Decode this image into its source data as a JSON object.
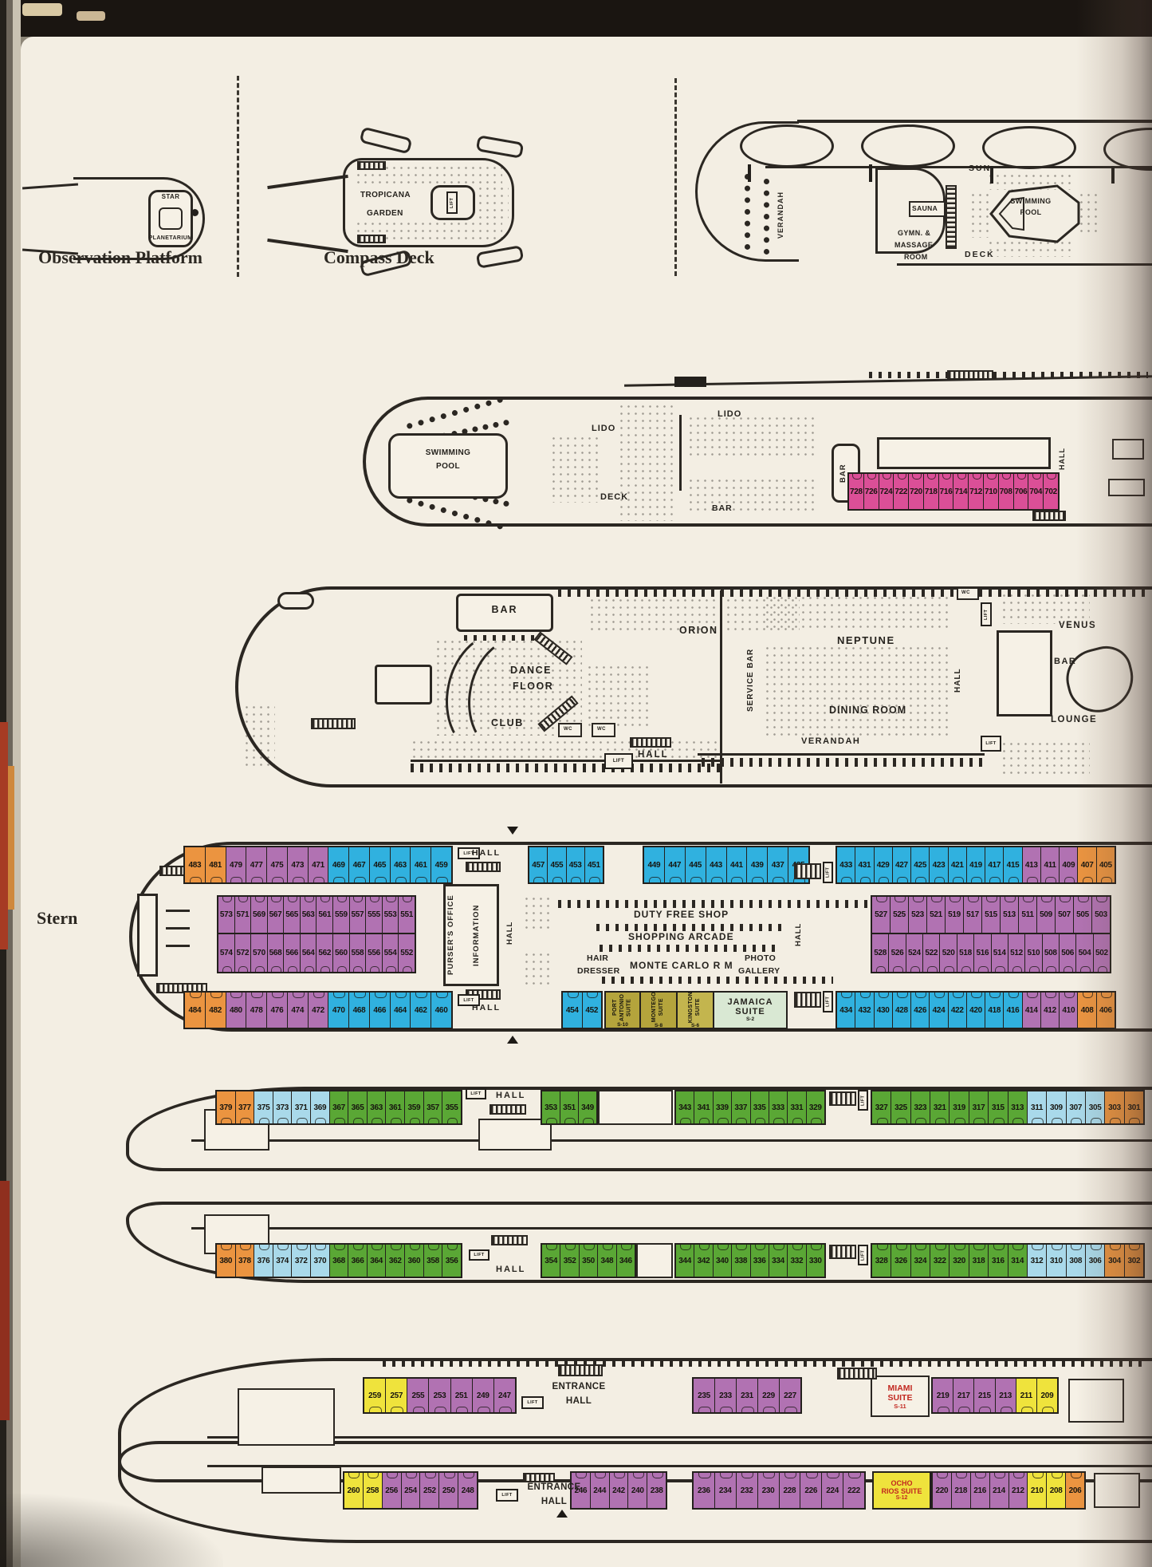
{
  "colors": {
    "pink": "#db4f97",
    "orange": "#eb9440",
    "purple": "#b172b2",
    "blue": "#30b1df",
    "green": "#5aa735",
    "lightblue": "#a9d9ea",
    "yellow": "#efe33c",
    "olive": "#b4a43c",
    "suite_green": "#d9e8d3",
    "red_text": "#c22820",
    "ink": "#2b2722",
    "paper": "#f3eee3"
  },
  "headings": {
    "observation": "Observation Platform",
    "compass": "Compass Deck",
    "stern": "Stern"
  },
  "misc": {
    "lift": "LIFT",
    "hall": "HALL",
    "wc": "WC"
  },
  "obs": {
    "star": "STAR",
    "planetarium": "PLANETARIUM"
  },
  "compass": {
    "name1": "TROPICANA",
    "name2": "GARDEN"
  },
  "sun": {
    "sun": "SUN",
    "deck": "DECK",
    "verandah": "VERANDAH",
    "sauna": "SAUNA",
    "gym1": "GYMN. &",
    "gym2": "MASSAGE",
    "gym3": "ROOM",
    "pool1": "SWIMMING",
    "pool2": "POOL"
  },
  "lido": {
    "pool1": "SWIMMING",
    "pool2": "POOL",
    "lido_a": "LIDO",
    "deck_a": "DECK",
    "lido_b": "LIDO",
    "bar_v": "BAR",
    "bar_b": "BAR",
    "cabins": [
      {
        "t": "728",
        "c": "pink"
      },
      {
        "t": "726",
        "c": "pink"
      },
      {
        "t": "724",
        "c": "pink"
      },
      {
        "t": "722",
        "c": "pink"
      },
      {
        "t": "720",
        "c": "pink"
      },
      {
        "t": "718",
        "c": "pink"
      },
      {
        "t": "716",
        "c": "pink"
      },
      {
        "t": "714",
        "c": "pink"
      },
      {
        "t": "712",
        "c": "pink"
      },
      {
        "t": "710",
        "c": "pink"
      },
      {
        "t": "708",
        "c": "pink"
      },
      {
        "t": "706",
        "c": "pink"
      },
      {
        "t": "704",
        "c": "pink"
      },
      {
        "t": "702",
        "c": "pink"
      }
    ]
  },
  "prom": {
    "bar": "BAR",
    "orion": "ORION",
    "dance1": "DANCE",
    "dance2": "FLOOR",
    "club": "CLUB",
    "service_bar": "SERVICE BAR",
    "neptune": "NEPTUNE",
    "dining": "DINING ROOM",
    "verandah": "VERANDAH",
    "venus": "VENUS",
    "bar2": "BAR",
    "lounge": "LOUNGE"
  },
  "stern": {
    "purser": "PURSER'S OFFICE",
    "info": "INFORMATION",
    "duty": "DUTY FREE SHOP",
    "arcade": "SHOPPING ARCADE",
    "hair1": "HAIR",
    "hair2": "DRESSER",
    "monte": "MONTE CARLO R M",
    "photo1": "PHOTO",
    "photo2": "GALLERY",
    "u1": [
      {
        "t": "483",
        "c": "orange"
      },
      {
        "t": "481",
        "c": "orange"
      },
      {
        "t": "479",
        "c": "purple"
      },
      {
        "t": "477",
        "c": "purple"
      },
      {
        "t": "475",
        "c": "purple"
      },
      {
        "t": "473",
        "c": "purple"
      },
      {
        "t": "471",
        "c": "purple"
      },
      {
        "t": "469",
        "c": "blue"
      },
      {
        "t": "467",
        "c": "blue"
      },
      {
        "t": "465",
        "c": "blue"
      },
      {
        "t": "463",
        "c": "blue"
      },
      {
        "t": "461",
        "c": "blue"
      },
      {
        "t": "459",
        "c": "blue"
      }
    ],
    "u2": [
      {
        "t": "457",
        "c": "blue"
      },
      {
        "t": "455",
        "c": "blue"
      },
      {
        "t": "453",
        "c": "blue"
      },
      {
        "t": "451",
        "c": "blue"
      }
    ],
    "u3": [
      {
        "t": "449",
        "c": "blue"
      },
      {
        "t": "447",
        "c": "blue"
      },
      {
        "t": "445",
        "c": "blue"
      },
      {
        "t": "443",
        "c": "blue"
      },
      {
        "t": "441",
        "c": "blue"
      },
      {
        "t": "439",
        "c": "blue"
      },
      {
        "t": "437",
        "c": "blue"
      },
      {
        "t": "435",
        "c": "blue"
      }
    ],
    "u4": [
      {
        "t": "433",
        "c": "blue"
      },
      {
        "t": "431",
        "c": "blue"
      },
      {
        "t": "429",
        "c": "blue"
      },
      {
        "t": "427",
        "c": "blue"
      },
      {
        "t": "425",
        "c": "blue"
      },
      {
        "t": "423",
        "c": "blue"
      },
      {
        "t": "421",
        "c": "blue"
      },
      {
        "t": "419",
        "c": "blue"
      },
      {
        "t": "417",
        "c": "blue"
      },
      {
        "t": "415",
        "c": "blue"
      },
      {
        "t": "413",
        "c": "purple"
      },
      {
        "t": "411",
        "c": "purple"
      },
      {
        "t": "409",
        "c": "purple"
      },
      {
        "t": "407",
        "c": "orange"
      },
      {
        "t": "405",
        "c": "orange"
      }
    ],
    "mid_l1": [
      {
        "t": "573",
        "c": "purple"
      },
      {
        "t": "571",
        "c": "purple"
      },
      {
        "t": "569",
        "c": "purple"
      },
      {
        "t": "567",
        "c": "purple"
      },
      {
        "t": "565",
        "c": "purple"
      },
      {
        "t": "563",
        "c": "purple"
      },
      {
        "t": "561",
        "c": "purple"
      },
      {
        "t": "559",
        "c": "purple"
      },
      {
        "t": "557",
        "c": "purple"
      },
      {
        "t": "555",
        "c": "purple"
      },
      {
        "t": "553",
        "c": "purple"
      },
      {
        "t": "551",
        "c": "purple"
      }
    ],
    "mid_l2": [
      {
        "t": "574",
        "c": "purple"
      },
      {
        "t": "572",
        "c": "purple"
      },
      {
        "t": "570",
        "c": "purple"
      },
      {
        "t": "568",
        "c": "purple"
      },
      {
        "t": "566",
        "c": "purple"
      },
      {
        "t": "564",
        "c": "purple"
      },
      {
        "t": "562",
        "c": "purple"
      },
      {
        "t": "560",
        "c": "purple"
      },
      {
        "t": "558",
        "c": "purple"
      },
      {
        "t": "556",
        "c": "purple"
      },
      {
        "t": "554",
        "c": "purple"
      },
      {
        "t": "552",
        "c": "purple"
      }
    ],
    "mid_r1": [
      {
        "t": "527",
        "c": "purple"
      },
      {
        "t": "525",
        "c": "purple"
      },
      {
        "t": "523",
        "c": "purple"
      },
      {
        "t": "521",
        "c": "purple"
      },
      {
        "t": "519",
        "c": "purple"
      },
      {
        "t": "517",
        "c": "purple"
      },
      {
        "t": "515",
        "c": "purple"
      },
      {
        "t": "513",
        "c": "purple"
      },
      {
        "t": "511",
        "c": "purple"
      },
      {
        "t": "509",
        "c": "purple"
      },
      {
        "t": "507",
        "c": "purple"
      },
      {
        "t": "505",
        "c": "purple"
      },
      {
        "t": "503",
        "c": "purple"
      }
    ],
    "mid_r2": [
      {
        "t": "528",
        "c": "purple"
      },
      {
        "t": "526",
        "c": "purple"
      },
      {
        "t": "524",
        "c": "purple"
      },
      {
        "t": "522",
        "c": "purple"
      },
      {
        "t": "520",
        "c": "purple"
      },
      {
        "t": "518",
        "c": "purple"
      },
      {
        "t": "516",
        "c": "purple"
      },
      {
        "t": "514",
        "c": "purple"
      },
      {
        "t": "512",
        "c": "purple"
      },
      {
        "t": "510",
        "c": "purple"
      },
      {
        "t": "508",
        "c": "purple"
      },
      {
        "t": "506",
        "c": "purple"
      },
      {
        "t": "504",
        "c": "purple"
      },
      {
        "t": "502",
        "c": "purple"
      }
    ],
    "l1": [
      {
        "t": "484",
        "c": "orange"
      },
      {
        "t": "482",
        "c": "orange"
      },
      {
        "t": "480",
        "c": "purple"
      },
      {
        "t": "478",
        "c": "purple"
      },
      {
        "t": "476",
        "c": "purple"
      },
      {
        "t": "474",
        "c": "purple"
      },
      {
        "t": "472",
        "c": "purple"
      },
      {
        "t": "470",
        "c": "blue"
      },
      {
        "t": "468",
        "c": "blue"
      },
      {
        "t": "466",
        "c": "blue"
      },
      {
        "t": "464",
        "c": "blue"
      },
      {
        "t": "462",
        "c": "blue"
      },
      {
        "t": "460",
        "c": "blue"
      }
    ],
    "l2": [
      {
        "t": "454",
        "c": "blue"
      },
      {
        "t": "452",
        "c": "blue"
      }
    ],
    "l4": [
      {
        "t": "434",
        "c": "blue"
      },
      {
        "t": "432",
        "c": "blue"
      },
      {
        "t": "430",
        "c": "blue"
      },
      {
        "t": "428",
        "c": "blue"
      },
      {
        "t": "426",
        "c": "blue"
      },
      {
        "t": "424",
        "c": "blue"
      },
      {
        "t": "422",
        "c": "blue"
      },
      {
        "t": "420",
        "c": "blue"
      },
      {
        "t": "418",
        "c": "blue"
      },
      {
        "t": "416",
        "c": "blue"
      },
      {
        "t": "414",
        "c": "purple"
      },
      {
        "t": "412",
        "c": "purple"
      },
      {
        "t": "410",
        "c": "purple"
      },
      {
        "t": "408",
        "c": "orange"
      },
      {
        "t": "406",
        "c": "orange"
      }
    ],
    "suites": {
      "port1": "PORT",
      "port2": "ANTONIO",
      "port3": "SUITE",
      "port_s": "S-10",
      "montego1": "MONTEGO",
      "montego2": "SUITE",
      "montego_s": "S-8",
      "kingston1": "KINGSTON",
      "kingston2": "SUITE",
      "kingston_s": "S-6",
      "jamaica1": "JAMAICA",
      "jamaica2": "SUITE",
      "jamaica_s": "S-2"
    }
  },
  "d300": {
    "u1": [
      {
        "t": "379",
        "c": "orange"
      },
      {
        "t": "377",
        "c": "orange"
      },
      {
        "t": "375",
        "c": "lightblue"
      },
      {
        "t": "373",
        "c": "lightblue"
      },
      {
        "t": "371",
        "c": "lightblue"
      },
      {
        "t": "369",
        "c": "lightblue"
      },
      {
        "t": "367",
        "c": "green"
      },
      {
        "t": "365",
        "c": "green"
      },
      {
        "t": "363",
        "c": "green"
      },
      {
        "t": "361",
        "c": "green"
      },
      {
        "t": "359",
        "c": "green"
      },
      {
        "t": "357",
        "c": "green"
      },
      {
        "t": "355",
        "c": "green"
      }
    ],
    "u2": [
      {
        "t": "353",
        "c": "green"
      },
      {
        "t": "351",
        "c": "green"
      },
      {
        "t": "349",
        "c": "green"
      }
    ],
    "u3": [
      {
        "t": "343",
        "c": "green"
      },
      {
        "t": "341",
        "c": "green"
      },
      {
        "t": "339",
        "c": "green"
      },
      {
        "t": "337",
        "c": "green"
      },
      {
        "t": "335",
        "c": "green"
      },
      {
        "t": "333",
        "c": "green"
      },
      {
        "t": "331",
        "c": "green"
      },
      {
        "t": "329",
        "c": "green"
      }
    ],
    "u4": [
      {
        "t": "327",
        "c": "green"
      },
      {
        "t": "325",
        "c": "green"
      },
      {
        "t": "323",
        "c": "green"
      },
      {
        "t": "321",
        "c": "green"
      },
      {
        "t": "319",
        "c": "green"
      },
      {
        "t": "317",
        "c": "green"
      },
      {
        "t": "315",
        "c": "green"
      },
      {
        "t": "313",
        "c": "green"
      },
      {
        "t": "311",
        "c": "lightblue"
      },
      {
        "t": "309",
        "c": "lightblue"
      },
      {
        "t": "307",
        "c": "lightblue"
      },
      {
        "t": "305",
        "c": "lightblue"
      },
      {
        "t": "303",
        "c": "orange"
      },
      {
        "t": "301",
        "c": "orange"
      }
    ],
    "l1": [
      {
        "t": "380",
        "c": "orange"
      },
      {
        "t": "378",
        "c": "orange"
      },
      {
        "t": "376",
        "c": "lightblue"
      },
      {
        "t": "374",
        "c": "lightblue"
      },
      {
        "t": "372",
        "c": "lightblue"
      },
      {
        "t": "370",
        "c": "lightblue"
      },
      {
        "t": "368",
        "c": "green"
      },
      {
        "t": "366",
        "c": "green"
      },
      {
        "t": "364",
        "c": "green"
      },
      {
        "t": "362",
        "c": "green"
      },
      {
        "t": "360",
        "c": "green"
      },
      {
        "t": "358",
        "c": "green"
      },
      {
        "t": "356",
        "c": "green"
      }
    ],
    "l2": [
      {
        "t": "354",
        "c": "green"
      },
      {
        "t": "352",
        "c": "green"
      },
      {
        "t": "350",
        "c": "green"
      },
      {
        "t": "348",
        "c": "green"
      },
      {
        "t": "346",
        "c": "green"
      }
    ],
    "l3": [
      {
        "t": "344",
        "c": "green"
      },
      {
        "t": "342",
        "c": "green"
      },
      {
        "t": "340",
        "c": "green"
      },
      {
        "t": "338",
        "c": "green"
      },
      {
        "t": "336",
        "c": "green"
      },
      {
        "t": "334",
        "c": "green"
      },
      {
        "t": "332",
        "c": "green"
      },
      {
        "t": "330",
        "c": "green"
      }
    ],
    "l4": [
      {
        "t": "328",
        "c": "green"
      },
      {
        "t": "326",
        "c": "green"
      },
      {
        "t": "324",
        "c": "green"
      },
      {
        "t": "322",
        "c": "green"
      },
      {
        "t": "320",
        "c": "green"
      },
      {
        "t": "318",
        "c": "green"
      },
      {
        "t": "316",
        "c": "green"
      },
      {
        "t": "314",
        "c": "green"
      },
      {
        "t": "312",
        "c": "lightblue"
      },
      {
        "t": "310",
        "c": "lightblue"
      },
      {
        "t": "308",
        "c": "lightblue"
      },
      {
        "t": "306",
        "c": "lightblue"
      },
      {
        "t": "304",
        "c": "orange"
      },
      {
        "t": "302",
        "c": "orange"
      }
    ]
  },
  "d200": {
    "entrance1": "ENTRANCE",
    "entrance2": "HALL",
    "miami1": "MIAMI",
    "miami2": "SUITE",
    "miami_s": "S-11",
    "ocho1": "OCHO",
    "ocho2": "RIOS",
    "ocho3": "SUITE",
    "ocho_s": "S-12",
    "u1": [
      {
        "t": "259",
        "c": "yellow"
      },
      {
        "t": "257",
        "c": "yellow"
      },
      {
        "t": "255",
        "c": "purple"
      },
      {
        "t": "253",
        "c": "purple"
      },
      {
        "t": "251",
        "c": "purple"
      },
      {
        "t": "249",
        "c": "purple"
      },
      {
        "t": "247",
        "c": "purple"
      }
    ],
    "u2": [
      {
        "t": "235",
        "c": "purple"
      },
      {
        "t": "233",
        "c": "purple"
      },
      {
        "t": "231",
        "c": "purple"
      },
      {
        "t": "229",
        "c": "purple"
      },
      {
        "t": "227",
        "c": "purple"
      }
    ],
    "u3": [
      {
        "t": "219",
        "c": "purple"
      },
      {
        "t": "217",
        "c": "purple"
      },
      {
        "t": "215",
        "c": "purple"
      },
      {
        "t": "213",
        "c": "purple"
      },
      {
        "t": "211",
        "c": "yellow"
      },
      {
        "t": "209",
        "c": "yellow"
      }
    ],
    "l1": [
      {
        "t": "260",
        "c": "yellow"
      },
      {
        "t": "258",
        "c": "yellow"
      },
      {
        "t": "256",
        "c": "purple"
      },
      {
        "t": "254",
        "c": "purple"
      },
      {
        "t": "252",
        "c": "purple"
      },
      {
        "t": "250",
        "c": "purple"
      },
      {
        "t": "248",
        "c": "purple"
      }
    ],
    "l2": [
      {
        "t": "246",
        "c": "purple"
      },
      {
        "t": "244",
        "c": "purple"
      },
      {
        "t": "242",
        "c": "purple"
      },
      {
        "t": "240",
        "c": "purple"
      },
      {
        "t": "238",
        "c": "purple"
      }
    ],
    "l3": [
      {
        "t": "236",
        "c": "purple"
      },
      {
        "t": "234",
        "c": "purple"
      },
      {
        "t": "232",
        "c": "purple"
      },
      {
        "t": "230",
        "c": "purple"
      },
      {
        "t": "228",
        "c": "purple"
      },
      {
        "t": "226",
        "c": "purple"
      },
      {
        "t": "224",
        "c": "purple"
      },
      {
        "t": "222",
        "c": "purple"
      }
    ],
    "l4": [
      {
        "t": "220",
        "c": "purple"
      },
      {
        "t": "218",
        "c": "purple"
      },
      {
        "t": "216",
        "c": "purple"
      },
      {
        "t": "214",
        "c": "purple"
      },
      {
        "t": "212",
        "c": "purple"
      },
      {
        "t": "210",
        "c": "yellow"
      },
      {
        "t": "208",
        "c": "yellow"
      },
      {
        "t": "206",
        "c": "orange"
      }
    ]
  }
}
